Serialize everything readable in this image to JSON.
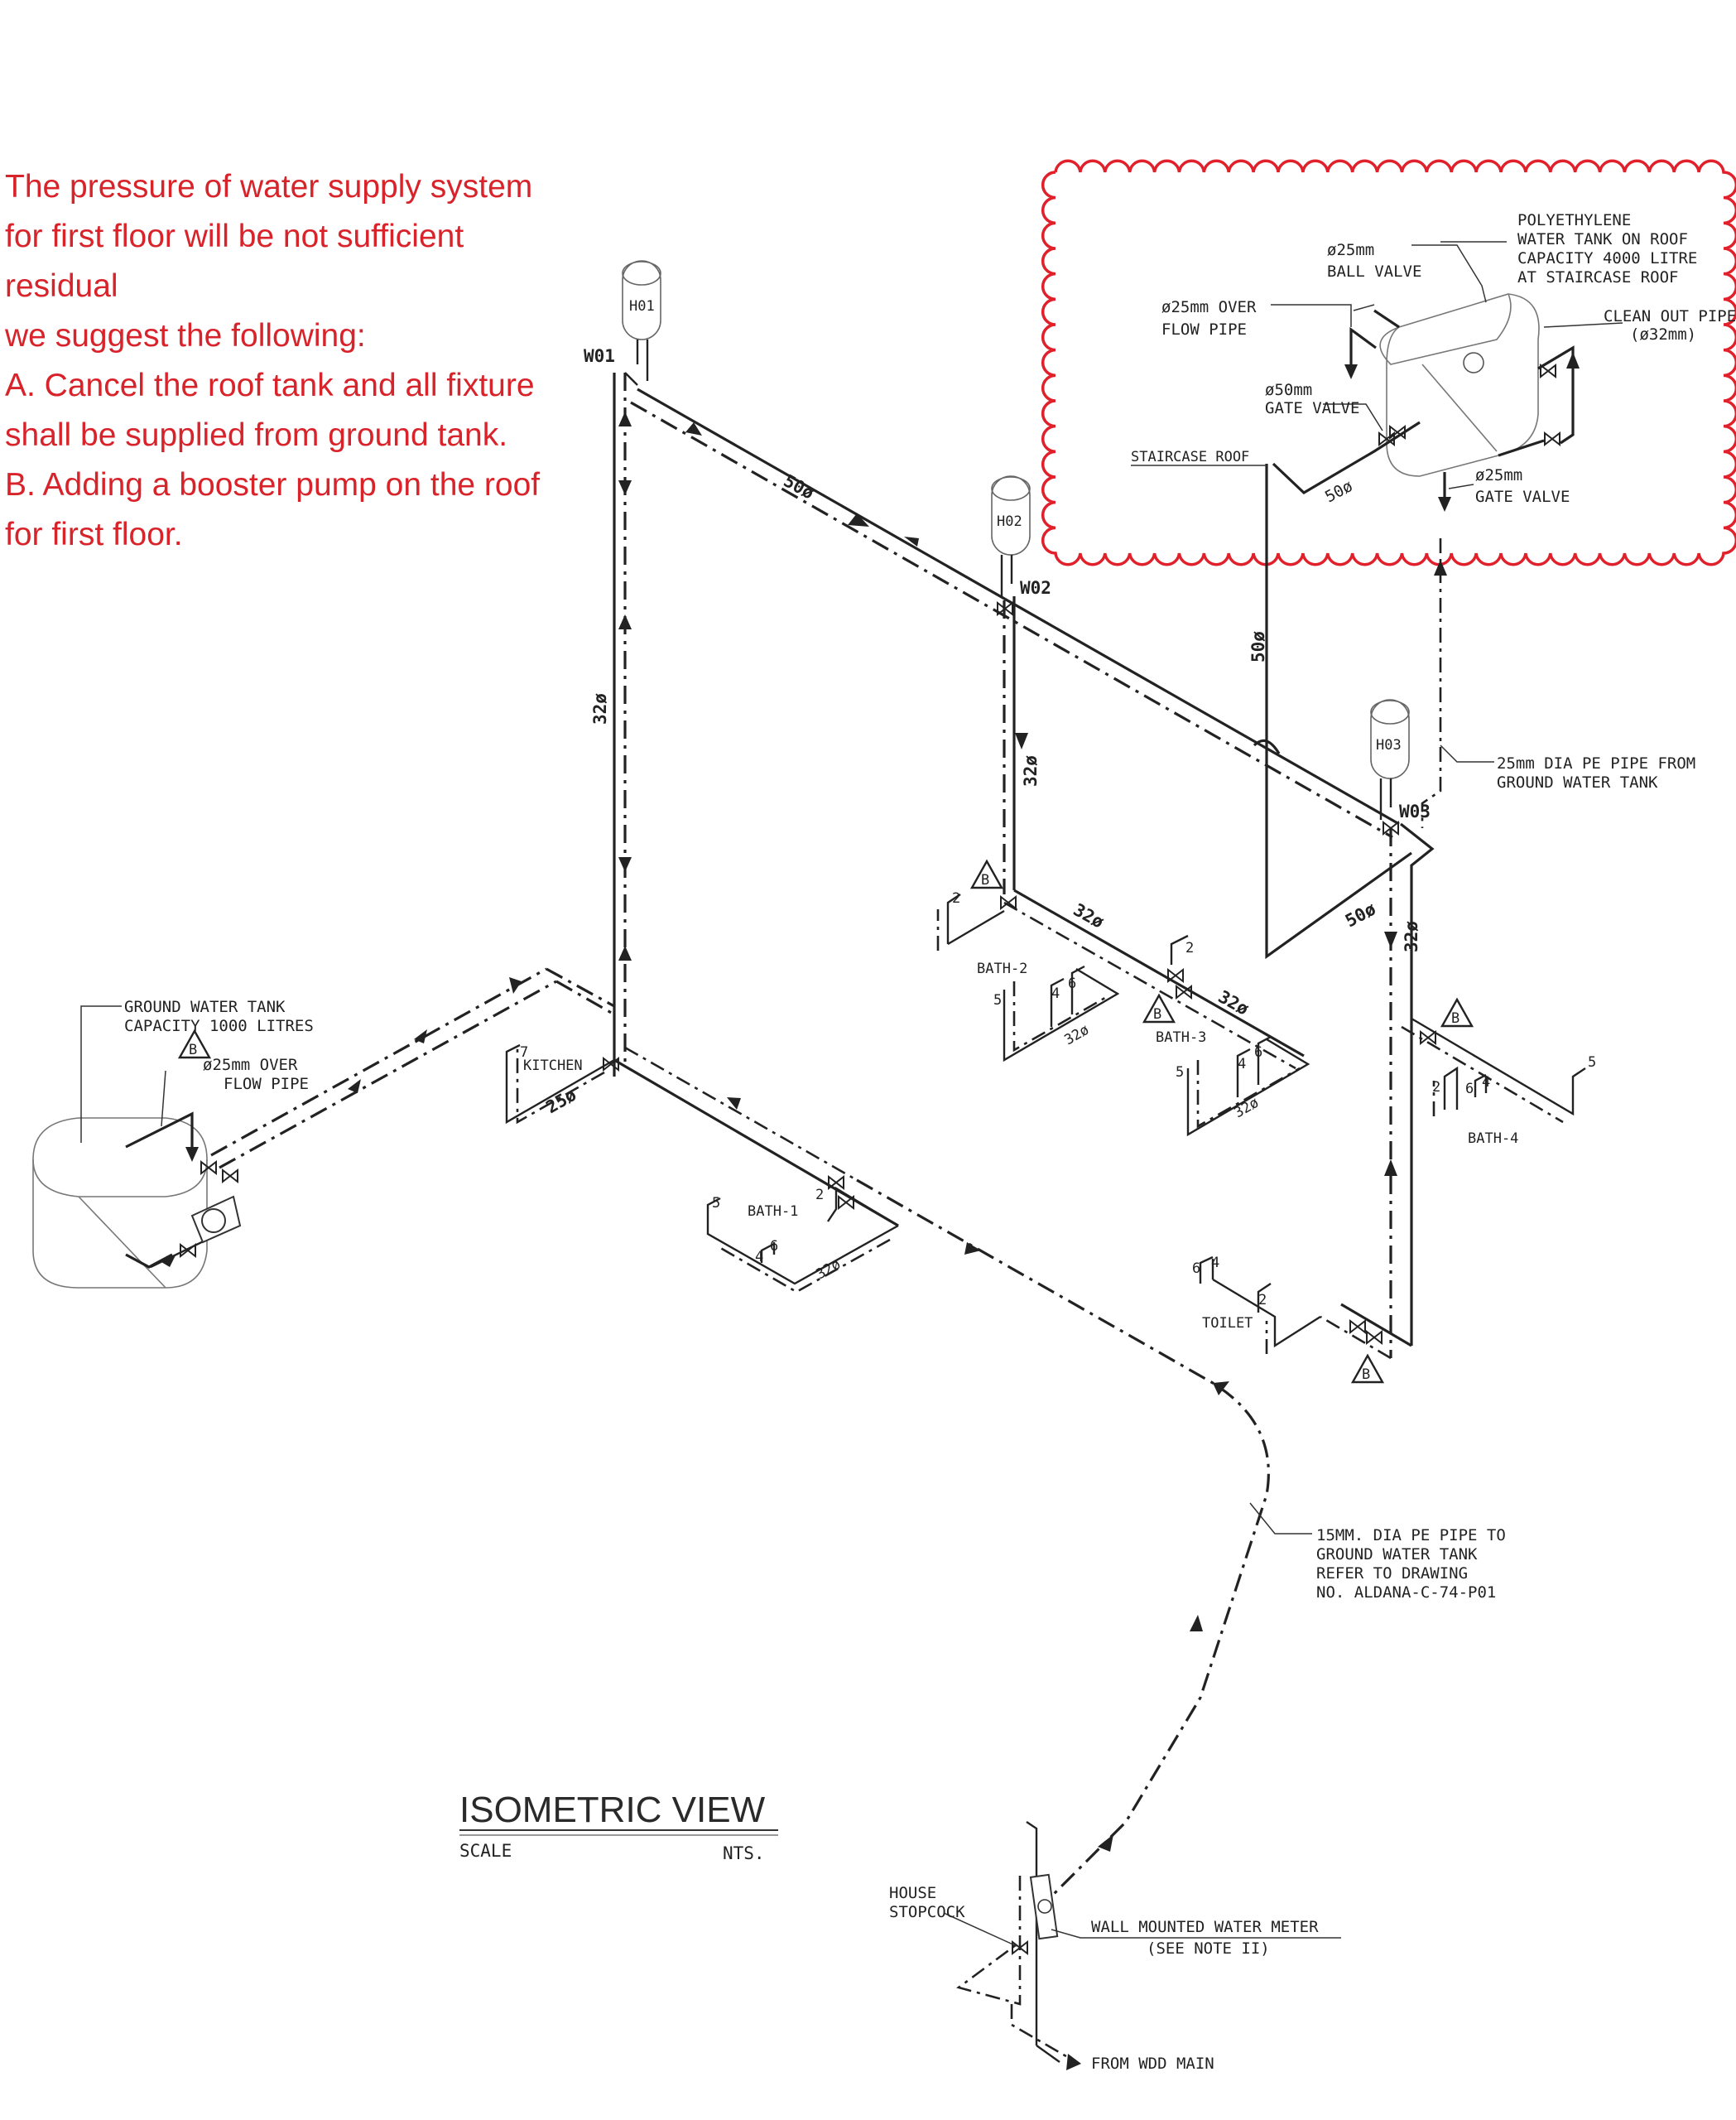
{
  "note": {
    "lines": [
      "The pressure of water supply system",
      "for first floor will be not sufficient",
      "residual",
      "we suggest the following:",
      "A. Cancel the roof tank and all fixture",
      "shall be supplied from ground tank.",
      "B. Adding a booster pump on the roof",
      "for first floor."
    ],
    "color": "#d8232a"
  },
  "roof_tank_detail": {
    "tank_label": [
      "POLYETHYLENE",
      "WATER TANK ON ROOF",
      "CAPACITY 4000 LITRE",
      "AT STAIRCASE ROOF"
    ],
    "ball_valve": [
      "ø25mm",
      "BALL VALVE"
    ],
    "overflow": [
      "ø25mm OVER",
      "FLOW PIPE"
    ],
    "clean_out": [
      "CLEAN OUT PIPE",
      "(ø32mm)"
    ],
    "gate_valve_50": [
      "ø50mm",
      "GATE VALVE"
    ],
    "gate_valve_25": [
      "ø25mm",
      "GATE VALVE"
    ],
    "staircase_roof": "STAIRCASE ROOF",
    "pipe_size": "50ø"
  },
  "heaters": [
    "H01",
    "H02",
    "H03"
  ],
  "risers": [
    "W01",
    "W02",
    "W03"
  ],
  "pipe_sizes": {
    "main_50": "50ø",
    "riser_50": "50ø",
    "w03_50": "50ø",
    "riser_32": "32ø",
    "w02_32": "32ø",
    "w03_32": "32ø",
    "kitchen_25": "25ø",
    "bath_32": "32ø"
  },
  "rooms": [
    "KITCHEN",
    "BATH-1",
    "BATH-2",
    "BATH-3",
    "BATH-4",
    "TOILET"
  ],
  "fixture_numbers": [
    "2",
    "4",
    "5",
    "6",
    "7"
  ],
  "valve_marker": "B",
  "ground_tank": {
    "label": [
      "GROUND WATER TANK",
      "CAPACITY 1000 LITRES"
    ],
    "overflow": [
      "ø25mm OVER",
      "FLOW PIPE"
    ]
  },
  "pe_pipe_from_ground": [
    "25mm DIA PE PIPE FROM",
    "GROUND WATER TANK"
  ],
  "pe_pipe_to_ground": [
    "15MM. DIA PE PIPE TO",
    "GROUND WATER TANK",
    "REFER TO DRAWING",
    "NO. ALDANA-C-74-P01"
  ],
  "house_stopcock": [
    "HOUSE",
    "STOPCOCK"
  ],
  "water_meter": [
    "WALL MOUNTED WATER METER",
    "(SEE NOTE II)"
  ],
  "from_main": "FROM WDD MAIN",
  "title": "ISOMETRIC VIEW",
  "scale_label": "SCALE",
  "scale_value": "NTS."
}
